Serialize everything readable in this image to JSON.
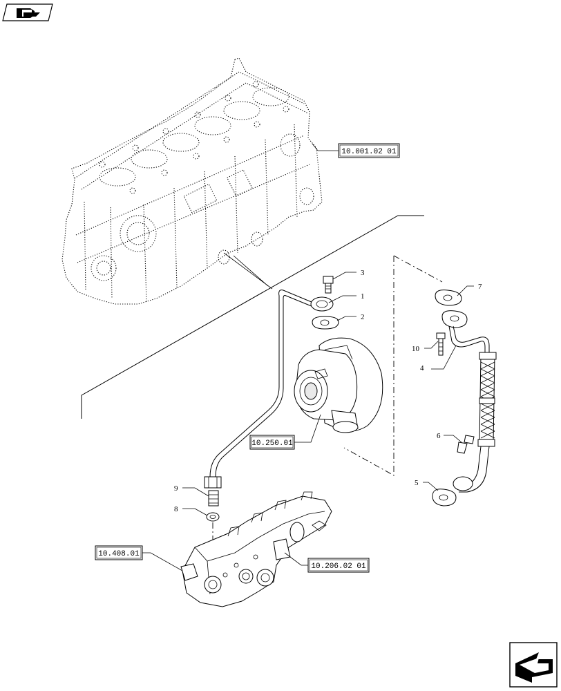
{
  "references": {
    "engine_block": "10.001.02 01",
    "turbocharger": "10.250.01",
    "oil_filter": "10.408.01",
    "exhaust_manifold": "10.206.02 01"
  },
  "callouts": {
    "c1": "1",
    "c2": "2",
    "c3": "3",
    "c4": "4",
    "c5": "5",
    "c6": "6",
    "c7": "7",
    "c8": "8",
    "c9": "9",
    "c10": "10"
  },
  "icons": {
    "top_left": "previous-page-icon",
    "bottom_right": "next-page-icon"
  }
}
